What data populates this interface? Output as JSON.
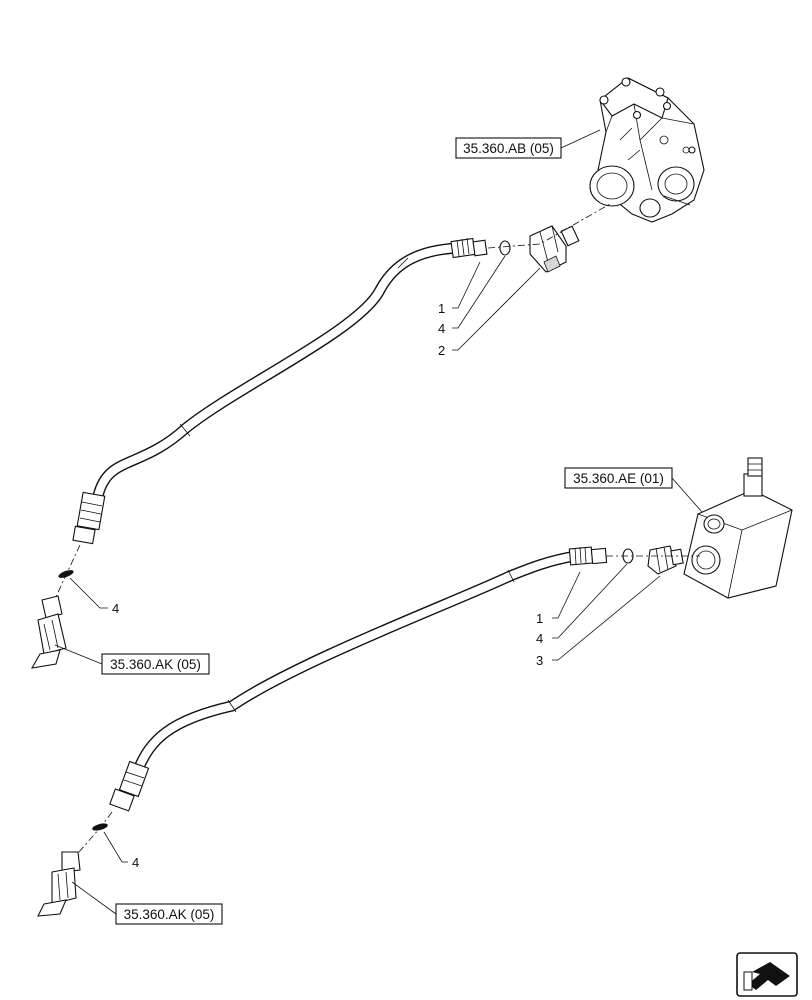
{
  "references": {
    "pump_ref": "35.360.AB (05)",
    "valve_ref": "35.360.AE (01)",
    "connector_ref_upper": "35.360.AK (05)",
    "connector_ref_lower": "35.360.AK (05)"
  },
  "callouts": {
    "upper": [
      "1",
      "4",
      "2"
    ],
    "upper_seal": "4",
    "lower": [
      "1",
      "4",
      "3"
    ],
    "lower_seal": "4"
  },
  "icons": {
    "navigation": "next-page-arrow-icon"
  }
}
